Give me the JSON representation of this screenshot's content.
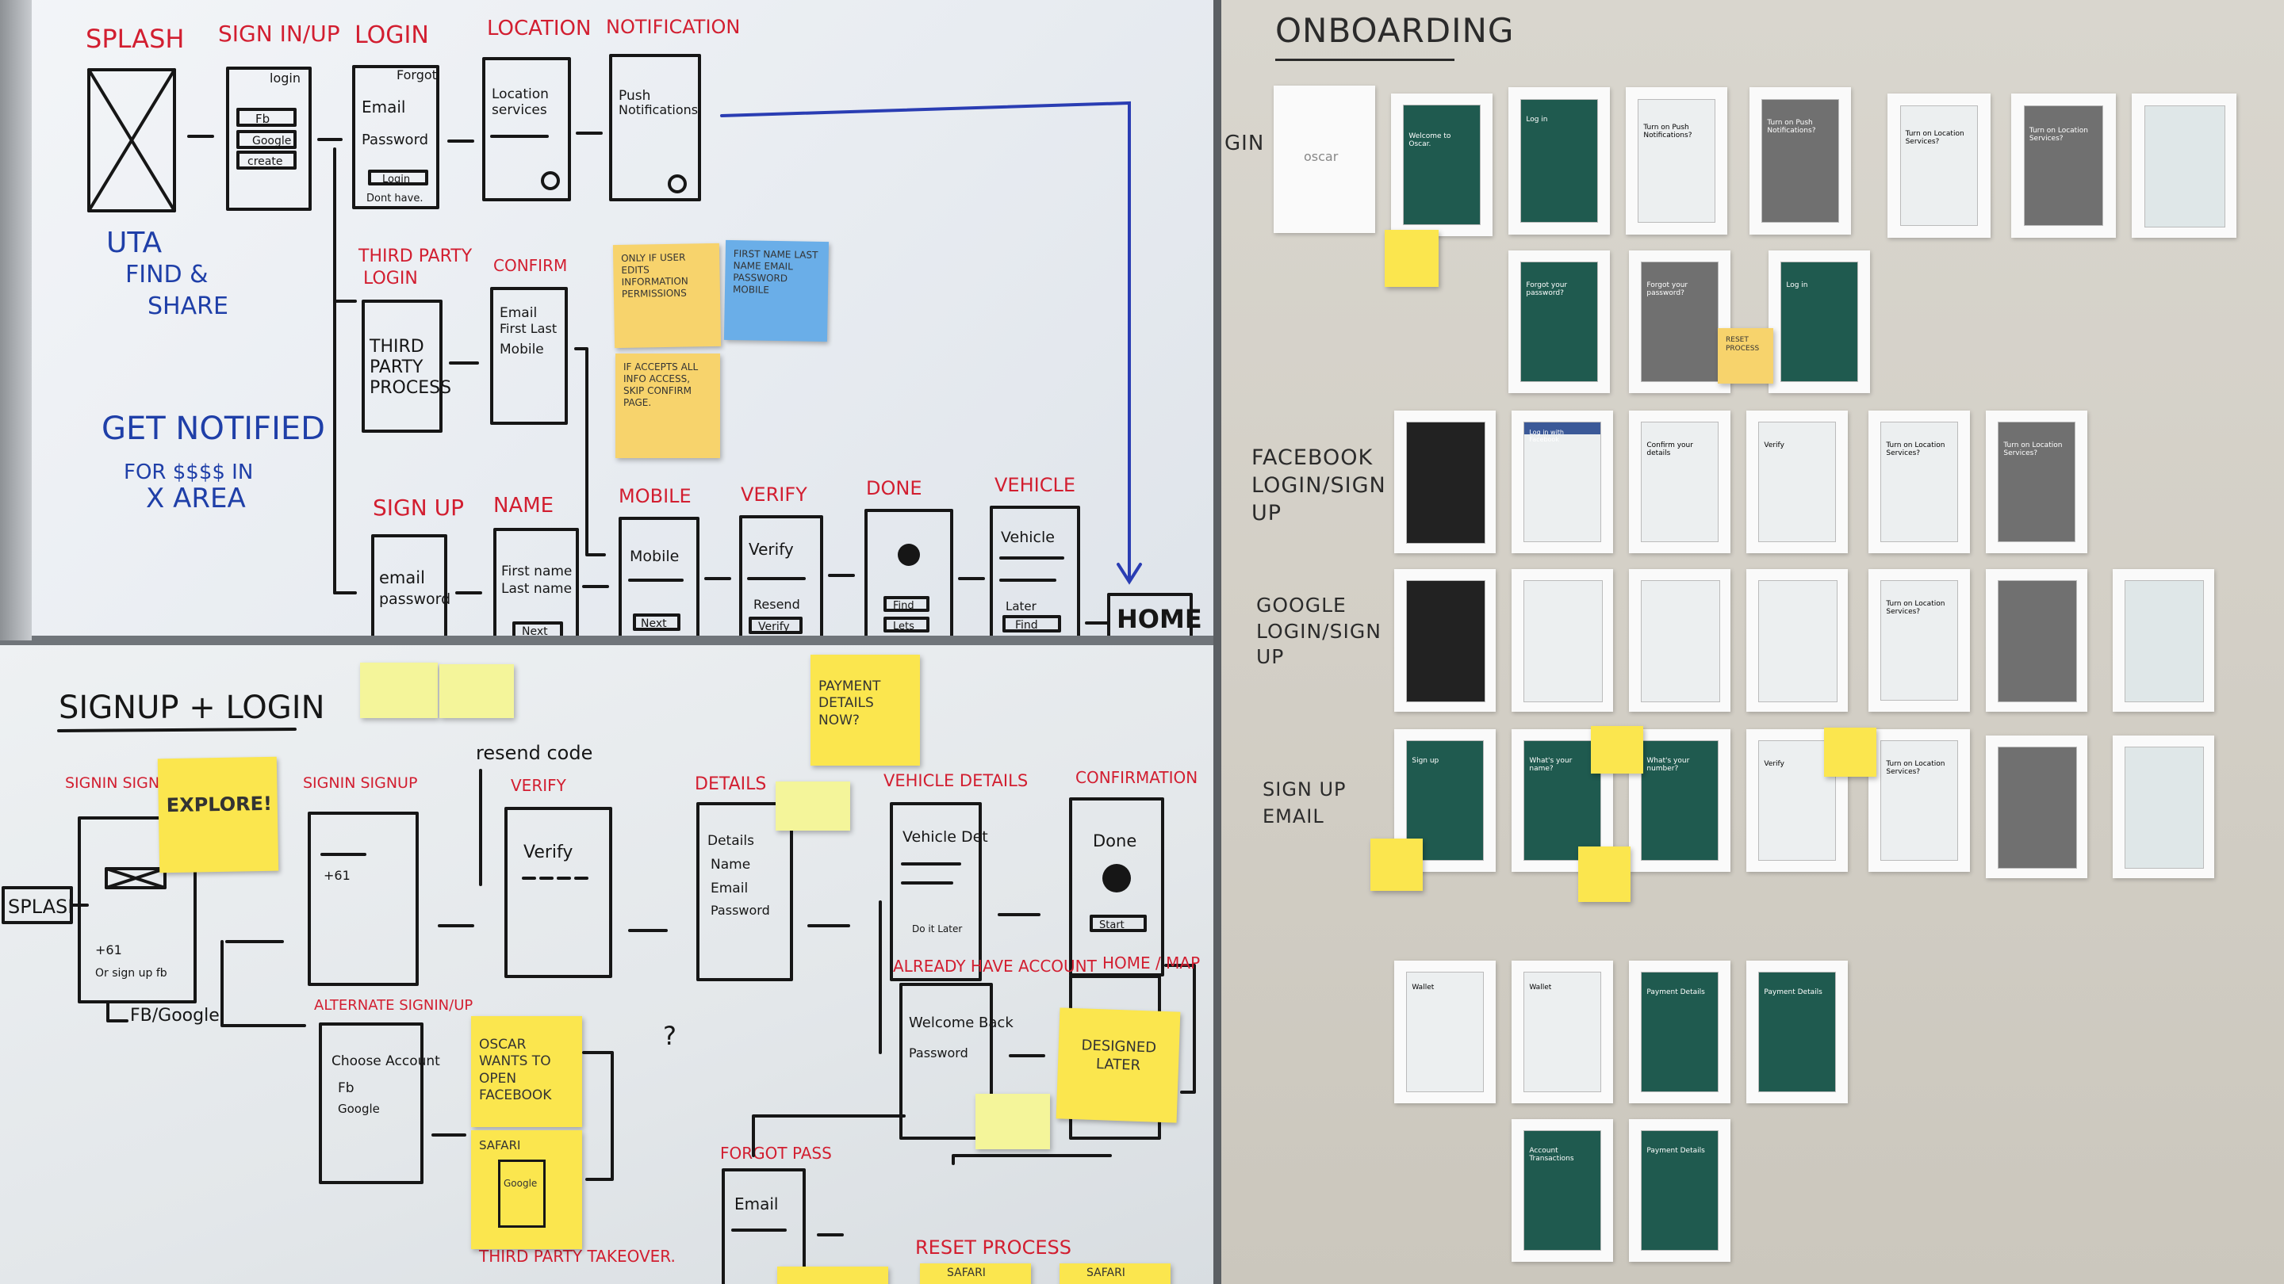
{
  "board_top": {
    "screens": [
      "SPLASH",
      "SIGN IN/UP",
      "LOGIN",
      "LOCATION",
      "NOTIFICATION"
    ],
    "splash_notes": [
      "UTA",
      "FIND &",
      "SHARE"
    ],
    "get_notified": [
      "GET NOTIFIED",
      "FOR $$$$ IN",
      "X AREA"
    ],
    "signin_box": [
      "login",
      "Fb",
      "Google",
      "create"
    ],
    "login_box": [
      "Forgot",
      "Email",
      "Password",
      "Login",
      "Dont have."
    ],
    "location_box": [
      "Location",
      "services"
    ],
    "notification_box": [
      "Push",
      "Notifications"
    ],
    "third_party": [
      "THIRD PARTY",
      "LOGIN"
    ],
    "third_party_box": [
      "THIRD",
      "PARTY",
      "PROCESS"
    ],
    "confirm_label": "CONFIRM",
    "confirm_box": [
      "Email",
      "First Last",
      "Mobile"
    ],
    "signup_row": [
      "SIGN UP",
      "NAME",
      "MOBILE",
      "VERIFY",
      "DONE",
      "VEHICLE"
    ],
    "signup_box": [
      "email",
      "password"
    ],
    "name_box": [
      "First name",
      "Last name",
      "Next"
    ],
    "mobile_box": [
      "Mobile",
      "Next"
    ],
    "verify_box": [
      "Verify",
      "Resend",
      "Verify"
    ],
    "done_box": [
      "Find",
      "Lets"
    ],
    "vehicle_box": [
      "Vehicle",
      "Later",
      "Find"
    ],
    "home": "HOME",
    "notes": [
      "ONLY IF USER EDITS INFORMATION PERMISSIONS",
      "FIRST NAME LAST NAME EMAIL PASSWORD MOBILE",
      "IF ACCEPTS ALL INFO ACCESS, SKIP CONFIRM PAGE."
    ]
  },
  "board_bottom": {
    "title": "SIGNUP + LOGIN",
    "splash": "SPLASH",
    "signin_signup": "SIGNIN SIGNUP",
    "explore": "EXPLORE!",
    "signin_box": [
      "+61",
      "Or sign up fb"
    ],
    "fb_google": "FB/Google",
    "signin_signup2": "SIGNIN SIGNUP",
    "box2": [
      "+61"
    ],
    "resend_code": "resend code",
    "verify_label": "VERIFY",
    "verify_box": [
      "Verify"
    ],
    "details_label": "DETAILS",
    "details_box": [
      "Details",
      "Name",
      "Email",
      "Password"
    ],
    "vehicle_label": "VEHICLE DETAILS",
    "vehicle_box": [
      "Vehicle Det",
      "Do it Later"
    ],
    "confirmation_label": "CONFIRMATION",
    "confirmation_box": [
      "Done",
      "Start"
    ],
    "payment_note": "PAYMENT DETAILS NOW?",
    "alternate": "ALTERNATE SIGNIN/UP",
    "alternate_box": [
      "Choose Account",
      "Fb",
      "Google"
    ],
    "oscar_note": "OSCAR WANTS TO OPEN FACEBOOK",
    "safari_note": [
      "SAFARI",
      "Google"
    ],
    "third_party_takeover": "THIRD PARTY TAKEOVER.",
    "already_account": "ALREADY HAVE ACCOUNT",
    "already_box": [
      "Welcome Back",
      "Password"
    ],
    "home_map": "HOME / MAP",
    "designed_later": "DESIGNED LATER",
    "forgot_pass": "FORGOT PASS",
    "forgot_box": [
      "Email"
    ],
    "reset_process": "RESET PROCESS",
    "safari_tags": [
      "SAFARI",
      "SAFARI"
    ]
  },
  "wall": {
    "title": "ONBOARDING",
    "row_labels": [
      "GIN",
      "FACEBOOK LOGIN/SIGN UP",
      "GOOGLE LOGIN/SIGN UP",
      "SIGN UP EMAIL"
    ],
    "splash_logo": "oscar",
    "screens": [
      "Welcome to Oscar.",
      "Log in",
      "Turn on Push Notifications?",
      "Turn on Push Notifications?",
      "Turn on Location Services?",
      "Turn on Location Services?",
      "Forgot your password?",
      "Forgot your password?",
      "Log in",
      "Log in with Facebook",
      "Confirm your details",
      "Verify",
      "Turn on Location Services?",
      "Turn on Location Services?",
      "Turn on Location Services?",
      "Sign up",
      "What's your name?",
      "What's your number?",
      "Verify",
      "Turn on Location Services?",
      "Wallet",
      "Wallet",
      "Payment Details",
      "Payment Details",
      "Account Transactions",
      "Payment Details"
    ],
    "sticky_notes": [
      "RESET PROCESS"
    ]
  },
  "colors": {
    "marker_black": "#161616",
    "marker_red": "#d21e30",
    "marker_blue": "#1f3fa8",
    "sticky_yellow": "#fbe64e",
    "sticky_orange": "#f7d36c",
    "sticky_blue": "#6aaee8",
    "app_green": "#1f5a4f"
  }
}
